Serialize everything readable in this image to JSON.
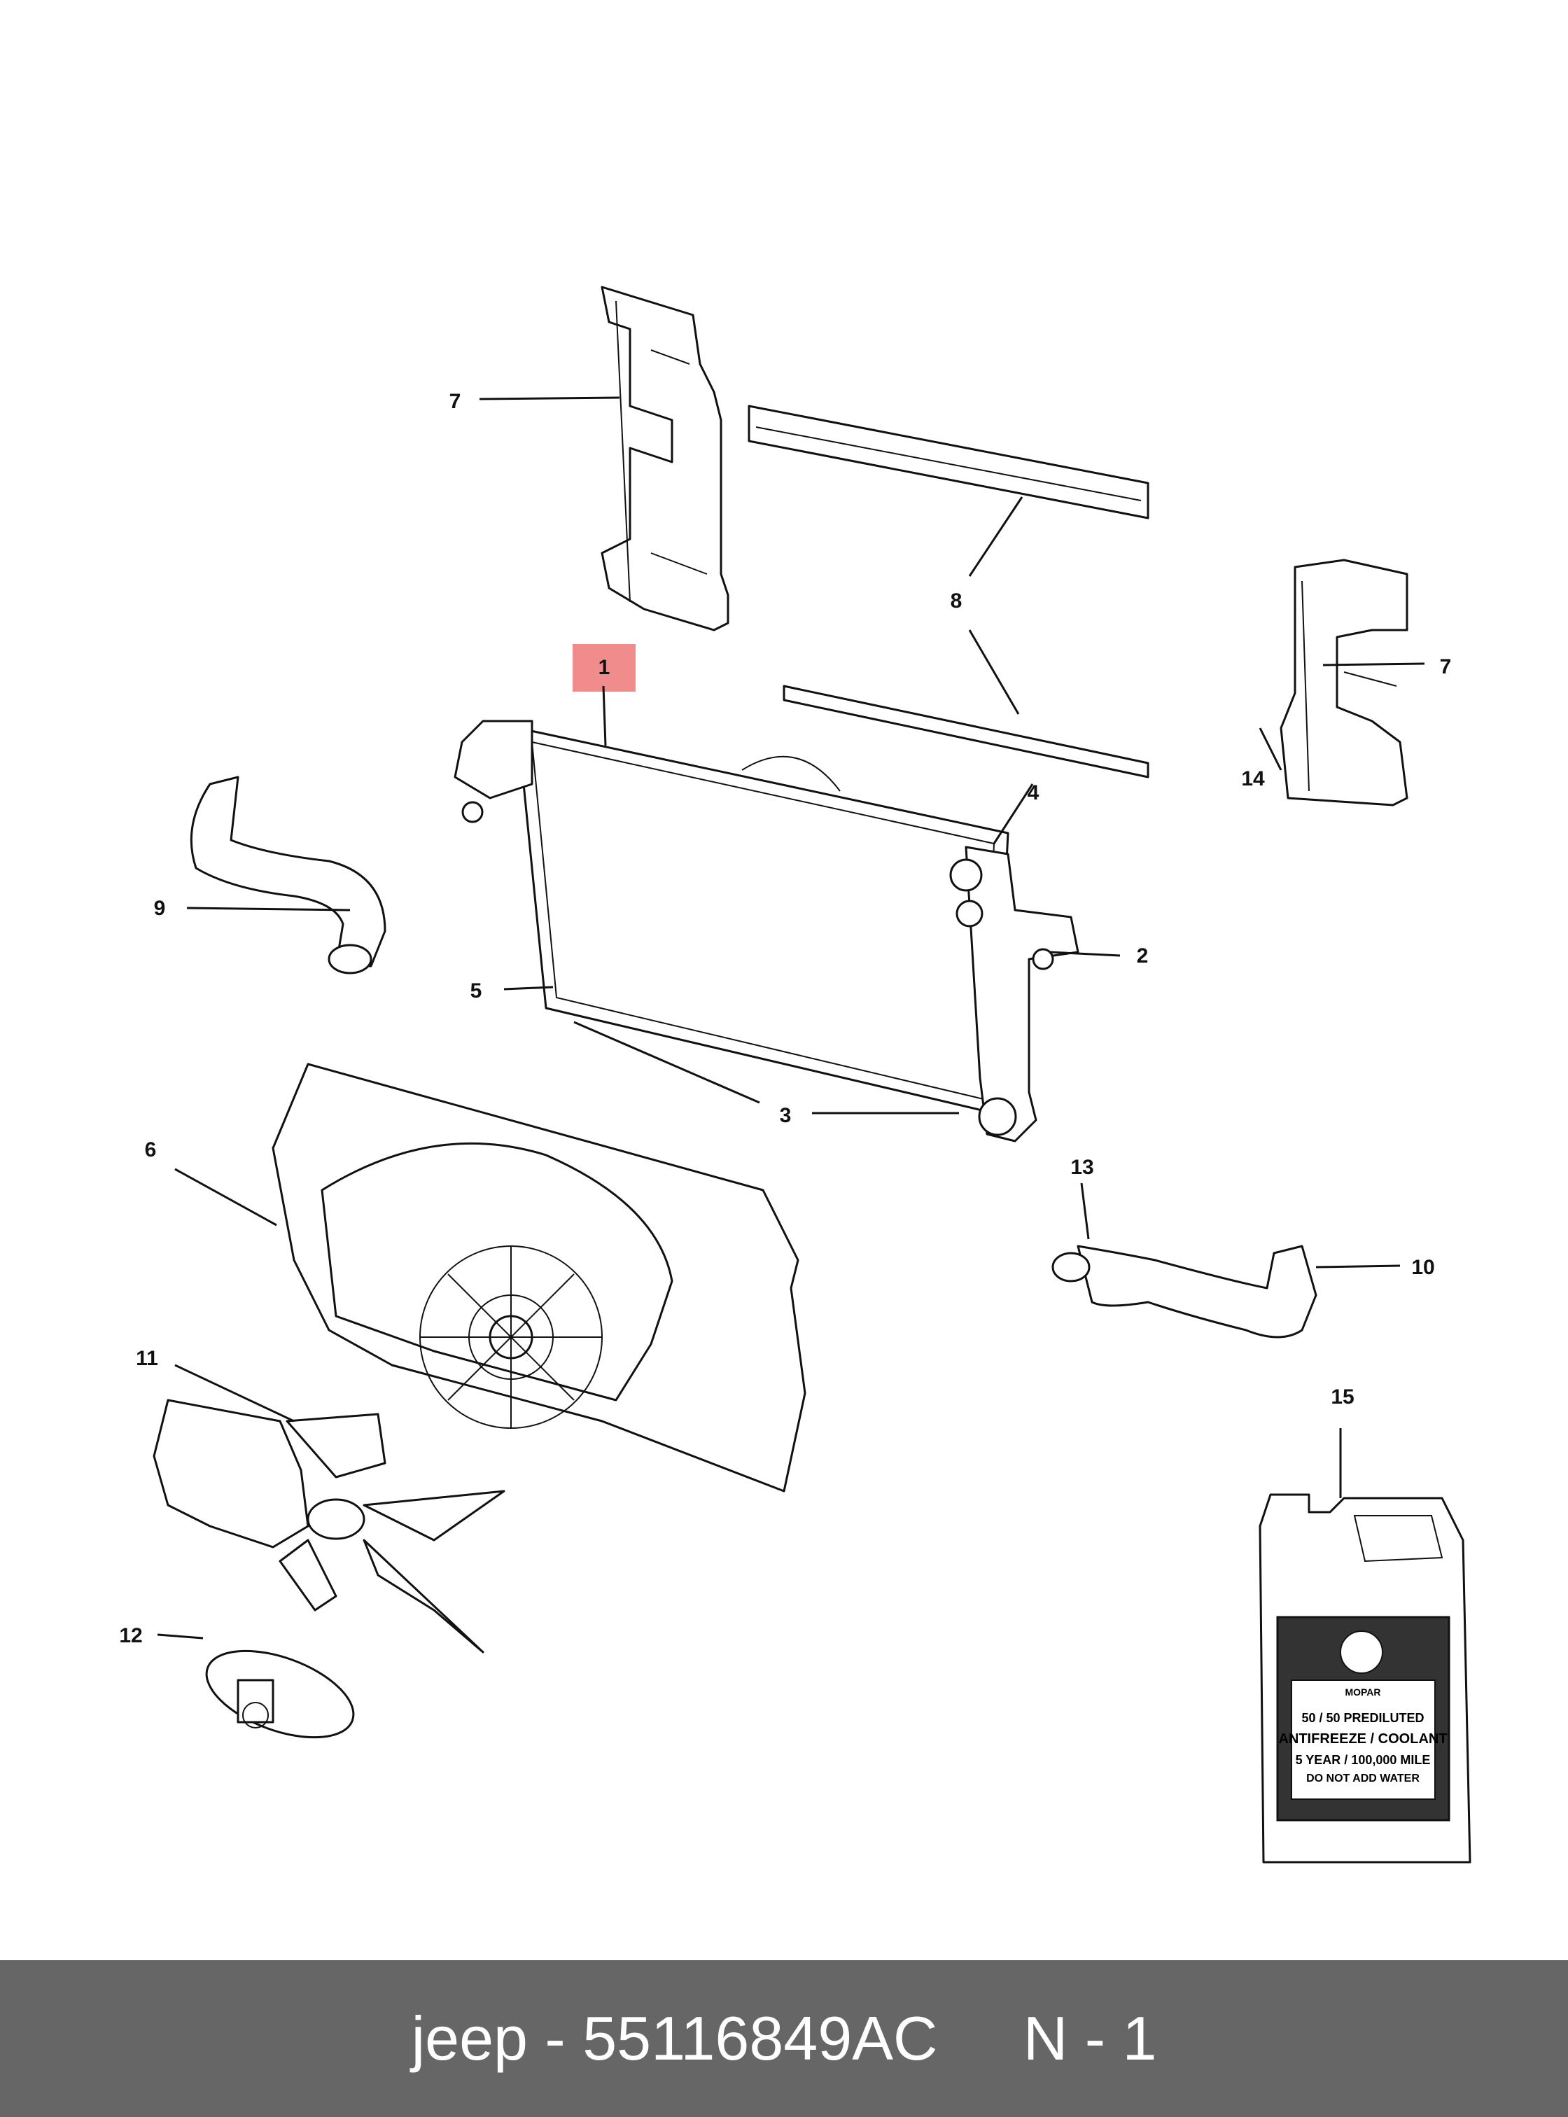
{
  "footer": {
    "brand": "jeep",
    "separator": "-",
    "part_number": "55116849AC",
    "page": "N - 1"
  },
  "colors": {
    "highlight": "#f08c8c",
    "footer_bg": "#666666",
    "footer_text": "#ffffff"
  },
  "callouts": {
    "c1": "1",
    "c2": "2",
    "c3": "3",
    "c4": "4",
    "c5": "5",
    "c6": "6",
    "c7a": "7",
    "c7b": "7",
    "c8": "8",
    "c9": "9",
    "c10": "10",
    "c11": "11",
    "c12": "12",
    "c13": "13",
    "c14": "14",
    "c15": "15"
  },
  "coolant_label": {
    "brand": "MOPAR",
    "line1": "50 / 50 PREDILUTED",
    "line2": "ANTIFREEZE / COOLANT",
    "line3": "5 YEAR / 100,000 MILE",
    "line4": "DO NOT ADD WATER"
  }
}
